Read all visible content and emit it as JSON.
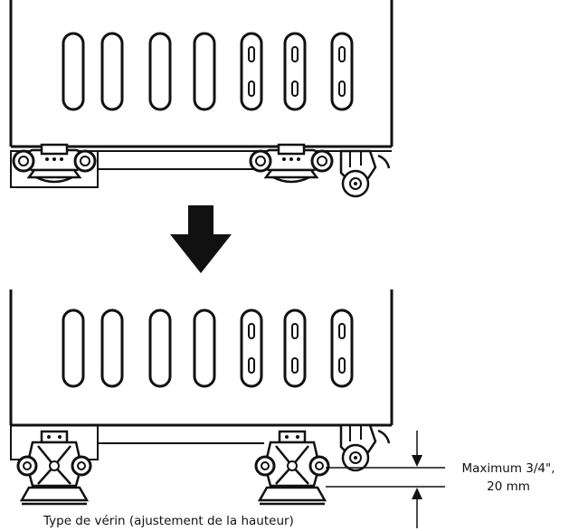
{
  "annotations": {
    "max_line1": "Maximum 3/4\",",
    "max_line2": "20 mm",
    "caption": "Type de vérin (ajustement de la hauteur)"
  },
  "colors": {
    "ink": "#111111",
    "background": "#ffffff",
    "arrow": "#111111"
  }
}
